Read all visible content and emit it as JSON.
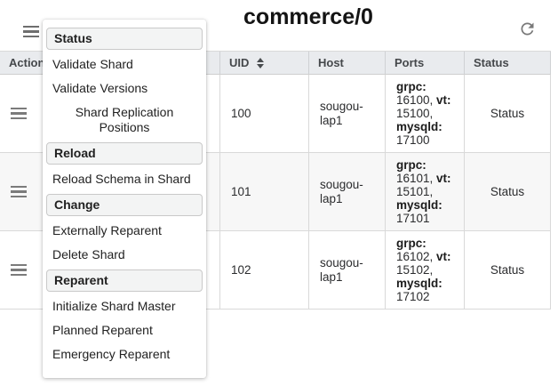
{
  "page": {
    "title": "commerce/0"
  },
  "toolbar": {
    "menu_icon": "hamburger-icon",
    "refresh_icon": "refresh-icon"
  },
  "context_menu": {
    "sections": [
      {
        "header": "Status",
        "items": [
          "Validate Shard",
          "Validate Versions",
          "Shard Replication Positions"
        ]
      },
      {
        "header": "Reload",
        "items": [
          "Reload Schema in Shard"
        ]
      },
      {
        "header": "Change",
        "items": [
          "Externally Reparent",
          "Delete Shard"
        ]
      },
      {
        "header": "Reparent",
        "items": [
          "Initialize Shard Master",
          "Planned Reparent",
          "Emergency Reparent"
        ]
      }
    ]
  },
  "table": {
    "columns": [
      {
        "label": "Actions",
        "sortable": false
      },
      {
        "label": "UID",
        "sortable": true
      },
      {
        "label": "Host",
        "sortable": false
      },
      {
        "label": "Ports",
        "sortable": false
      },
      {
        "label": "Status",
        "sortable": false
      }
    ],
    "rows": [
      {
        "uid": "100",
        "host": "sougou-lap1",
        "status": "Status",
        "ports": [
          {
            "label": "grpc:",
            "value": "16100,"
          },
          {
            "label": "vt:",
            "value": "15100,"
          },
          {
            "label": "mysqld:",
            "value": "17100"
          }
        ]
      },
      {
        "uid": "101",
        "host": "sougou-lap1",
        "status": "Status",
        "ports": [
          {
            "label": "grpc:",
            "value": "16101,"
          },
          {
            "label": "vt:",
            "value": "15101,"
          },
          {
            "label": "mysqld:",
            "value": "17101"
          }
        ]
      },
      {
        "uid": "102",
        "host": "sougou-lap1",
        "status": "Status",
        "ports": [
          {
            "label": "grpc:",
            "value": "16102,"
          },
          {
            "label": "vt:",
            "value": "15102,"
          },
          {
            "label": "mysqld:",
            "value": "17102"
          }
        ]
      }
    ]
  },
  "colors": {
    "header_bg": "#e9ebee",
    "row_alt_bg": "#f7f7f7",
    "border": "#d9d9d9",
    "menu_header_bg": "#f3f4f4",
    "menu_header_border": "#c9c9c9",
    "icon_gray": "#6e6e6e",
    "text": "#212121",
    "header_text": "#45484b"
  }
}
